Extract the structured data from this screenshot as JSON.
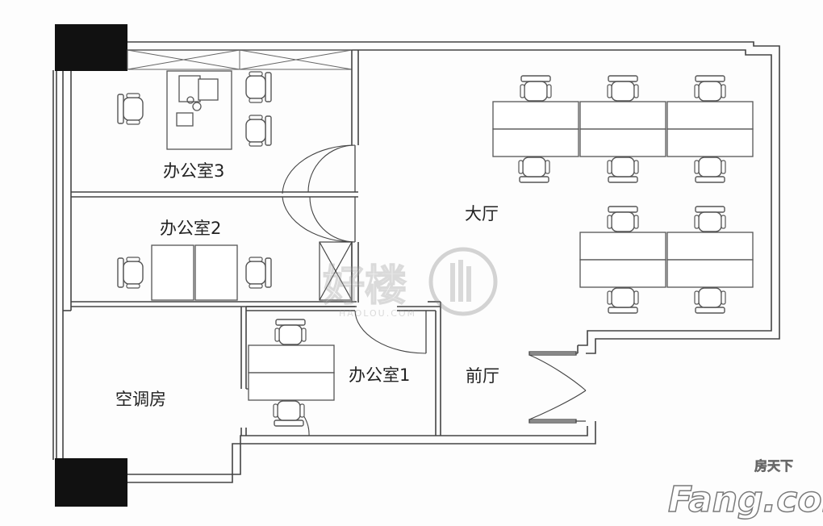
{
  "rooms": {
    "office3": "办公室3",
    "office2": "办公室2",
    "office1": "办公室1",
    "ac_room": "空调房",
    "hall": "大厅",
    "front_hall": "前厅"
  },
  "watermarks": {
    "center_brand": "好楼",
    "center_sub": "HAOLOU.COM",
    "corner_cn": "房天下",
    "corner_en": "Fang.com"
  },
  "colors": {
    "wall": "#444444",
    "pillar": "#111111",
    "furniture": "#555555"
  }
}
